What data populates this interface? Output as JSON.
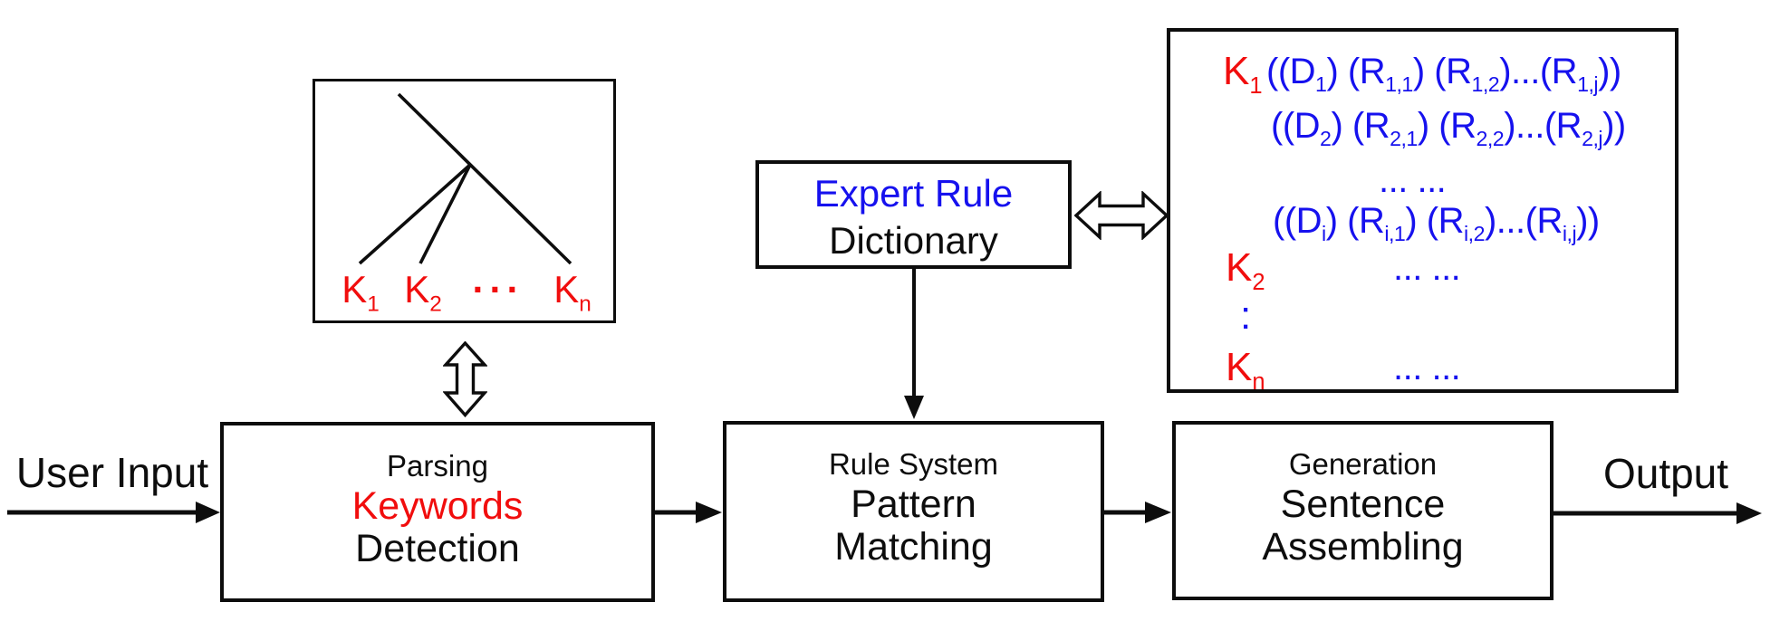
{
  "colors": {
    "red": "#f10d0d",
    "blue": "#1611ee",
    "black": "#0d0d0d"
  },
  "flow": {
    "input_label": "User Input",
    "output_label": "Output"
  },
  "tree_box": {
    "labels": [
      "K_{1}",
      "K_{2}",
      "···",
      "K_{n}"
    ]
  },
  "dictionary_box": {
    "line1": "Expert Rule",
    "line2": "Dictionary"
  },
  "rules_box": {
    "rows": [
      {
        "key": "K_{1}",
        "value": "((D_{1}) (R_{1,1}) (R_{1,2})...(R_{1,j}))"
      },
      {
        "key": "",
        "value": "((D_{2}) (R_{2,1}) (R_{2,2})...(R_{2,j}))"
      },
      {
        "key": "",
        "value": "... ..."
      },
      {
        "key": "",
        "value": "((D_{i}) (R_{i,1}) (R_{i,2})...(R_{i,j}))"
      },
      {
        "key": "K_{2}",
        "value": "... ..."
      },
      {
        "key": ":",
        "value": ""
      },
      {
        "key": "K_{n}",
        "value": "... ..."
      }
    ]
  },
  "pipeline": [
    {
      "caption": "Parsing",
      "line1": "Keywords",
      "line2": "Detection"
    },
    {
      "caption": "Rule System",
      "line1": "Pattern",
      "line2": "Matching"
    },
    {
      "caption": "Generation",
      "line1": "Sentence",
      "line2": "Assembling"
    }
  ]
}
